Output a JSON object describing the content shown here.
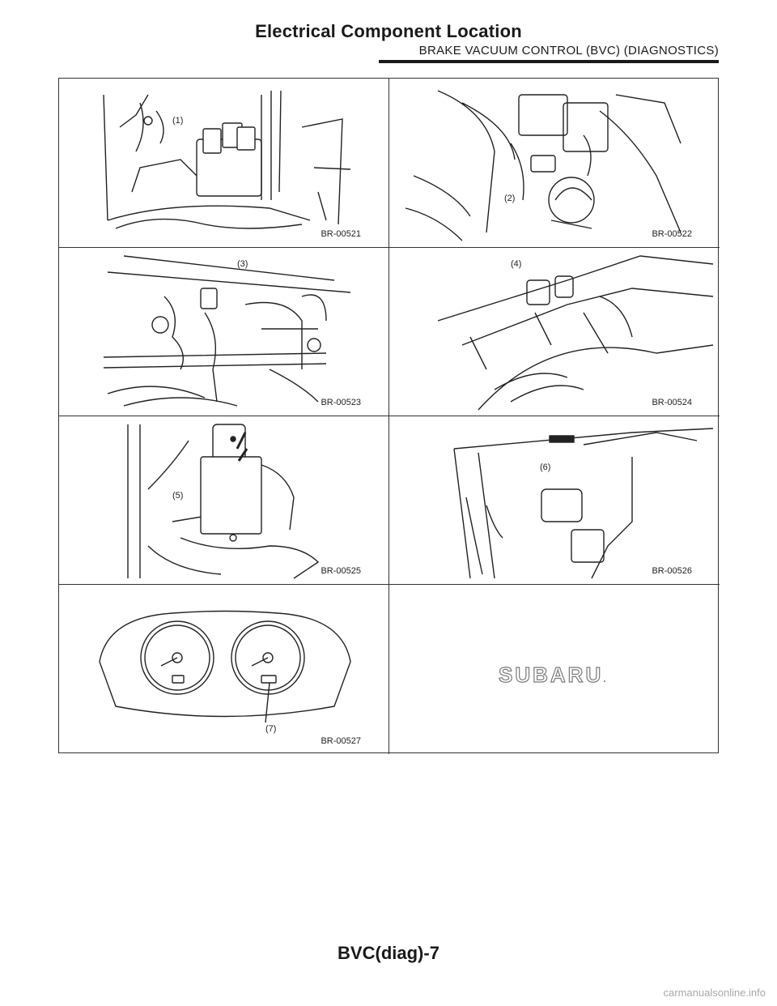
{
  "header": {
    "title": "Electrical Component Location",
    "subtitle": "BRAKE VACUUM CONTROL (BVC) (DIAGNOSTICS)"
  },
  "figures": [
    {
      "code": "BR-00521",
      "callout": "(1)"
    },
    {
      "code": "BR-00522",
      "callout": "(2)"
    },
    {
      "code": "BR-00523",
      "callout": "(3)"
    },
    {
      "code": "BR-00524",
      "callout": "(4)"
    },
    {
      "code": "BR-00525",
      "callout": "(5)"
    },
    {
      "code": "BR-00526",
      "callout": "(6)"
    },
    {
      "code": "BR-00527",
      "callout": "(7)"
    }
  ],
  "logo": {
    "text": "SUBARU",
    "mark": "."
  },
  "footer": {
    "page": "BVC(diag)-7"
  },
  "watermark": "carmanualsonline.info"
}
